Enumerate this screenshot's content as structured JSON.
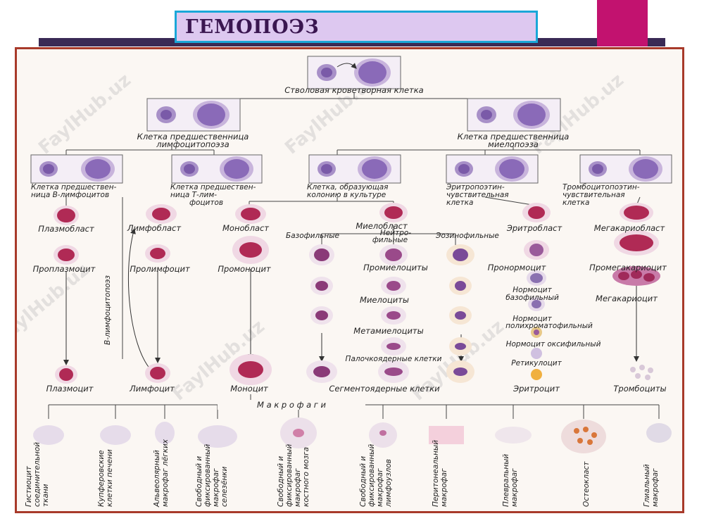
{
  "title": "ГЕМОПОЭЗ",
  "watermark": "FaylHub.uz",
  "colors": {
    "accent": "#c2126f",
    "title_bg": "#ddc8f0",
    "title_border": "#1aa7d8",
    "frame": "#a83a2a"
  },
  "labels": {
    "stem": "Стволовая кроветворная клетка",
    "lymph_prog_1": "Клетка предшественница",
    "lymph_prog_2": "лимфоцитопоэза",
    "myelo_prog_1": "Клетка предшественница",
    "myelo_prog_2": "миелопоэза",
    "b_prog_1": "Клетка предшествен-",
    "b_prog_2": "ница В-лимфоцитов",
    "t_prog_1": "Клетка предшествен-",
    "t_prog_2": "ница Т-лим-",
    "t_prog_3": "фоцитов",
    "cfu_1": "Клетка, образующая",
    "cfu_2": "колонию в культуре",
    "ery_prog_1": "Эритропоэтин-",
    "ery_prog_2": "чувствительная",
    "ery_prog_3": "клетка",
    "thr_prog_1": "Тромбоцитопоэтин-",
    "thr_prog_2": "чувствительная",
    "thr_prog_3": "клетка",
    "plasmoblast": "Плазмобласт",
    "lymphoblast": "Лимфобласт",
    "monoblast": "Монобласт",
    "myeloblast": "Миелобласт",
    "erythroblast": "Эритробласт",
    "megakaryoblast": "Мегакариобласт",
    "basophilic": "Базофильные",
    "neutrophilic_1": "Нейтро-",
    "neutrophilic_2": "фильные",
    "eosinophilic": "Эозинофильные",
    "proplasmocyte": "Проплазмоцит",
    "prolymphocyte": "Пролимфоцит",
    "promonocyte": "Промоноцит",
    "promyelocytes": "Промиелоциты",
    "pronormocyte": "Пронормоцит",
    "promegakaryocyte": "Промегакариоцит",
    "myelocytes": "Миелоциты",
    "normo_baso_1": "Нормоцит",
    "normo_baso_2": "базофильный",
    "normo_poly_1": "Нормоцит",
    "normo_poly_2": "полихроматофильный",
    "megakaryocyte": "Мегакариоцит",
    "metamyelocytes": "Метамиелоциты",
    "normo_oxy": "Нормоцит оксифильный",
    "band_cells": "Палочкоядерные клетки",
    "reticulocyte": "Ретикулоцит",
    "b_lymphopoiesis": "В-лимфоцитопоэз",
    "plasmocyte": "Плазмоцит",
    "lymphocyte": "Лимфоцит",
    "monocyte": "Моноцит",
    "segmented": "Сегментоядерные клетки",
    "erythrocyte": "Эритроцит",
    "platelets": "Тромбоциты",
    "macrophages": "М а к р о ф а г и"
  },
  "macrophages": [
    [
      "Гистиоцит",
      "соединительной",
      "ткани"
    ],
    [
      "Купферовские",
      "клетки печени"
    ],
    [
      "Альвеолярный",
      "макрофаг лёгких"
    ],
    [
      "Свободный и",
      "фиксированный",
      "макрофаг",
      "селезёнки"
    ],
    [
      "Свободный и",
      "фиксированный",
      "макрофаг",
      "костного мозга"
    ],
    [
      "Свободный и",
      "фиксированный",
      "макрофаг",
      "лимфоузлов"
    ],
    [
      "Перитонеальный",
      "макрофаг"
    ],
    [
      "Плевральный",
      "макрофаг"
    ],
    [
      "Остеокласт"
    ],
    [
      "Глиальный",
      "макрофаг"
    ]
  ]
}
